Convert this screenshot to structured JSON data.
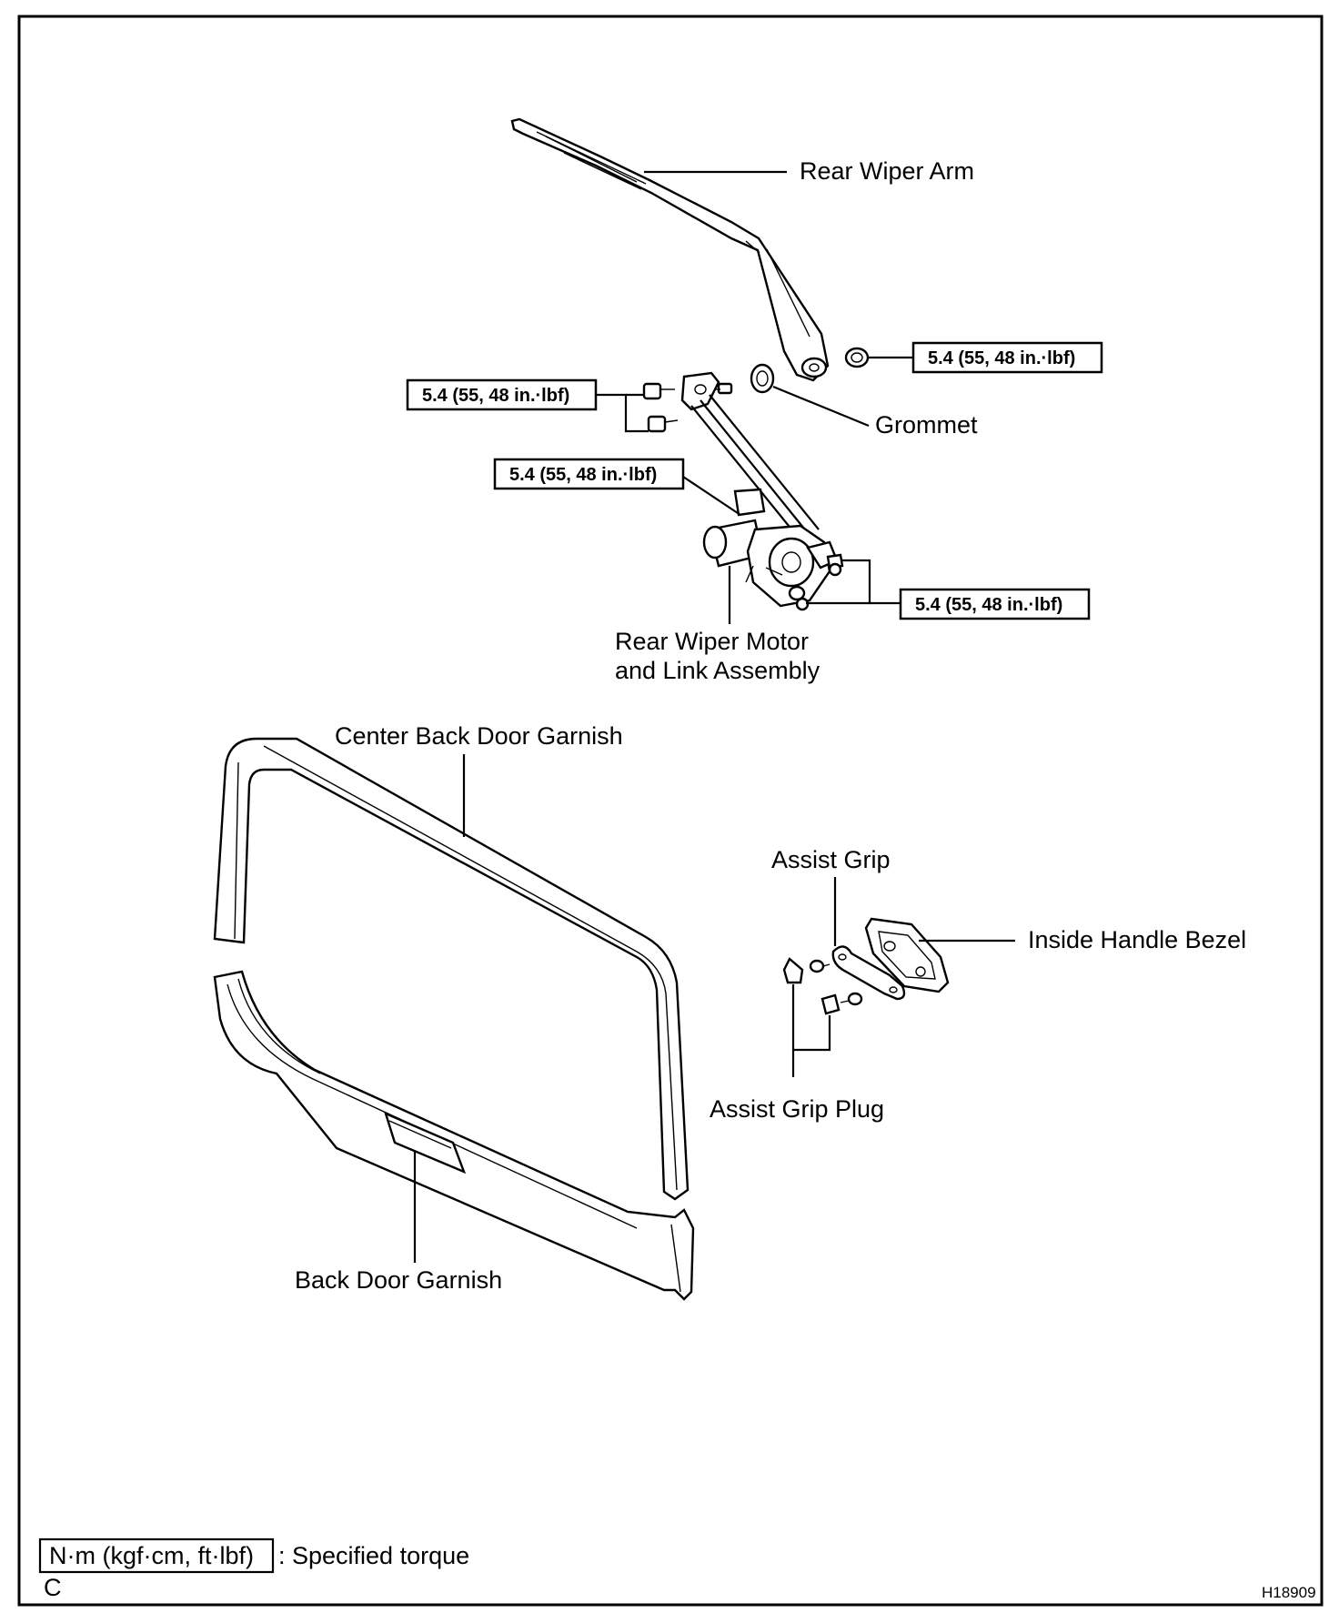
{
  "labels": {
    "rear_wiper_arm": "Rear Wiper Arm",
    "grommet": "Grommet",
    "motor_line1": "Rear Wiper Motor",
    "motor_line2": "and Link Assembly",
    "center_back_door_garnish": "Center Back Door Garnish",
    "assist_grip": "Assist Grip",
    "inside_handle_bezel": "Inside Handle Bezel",
    "assist_grip_plug": "Assist Grip Plug",
    "back_door_garnish": "Back Door Garnish"
  },
  "torque_spec": "5.4 (55, 48 in.·lbf)",
  "legend": {
    "unit_box": "N·m (kgf·cm, ft·lbf)",
    "text": ": Specified torque",
    "corner_letter": "C"
  },
  "figure_id": "H18909"
}
